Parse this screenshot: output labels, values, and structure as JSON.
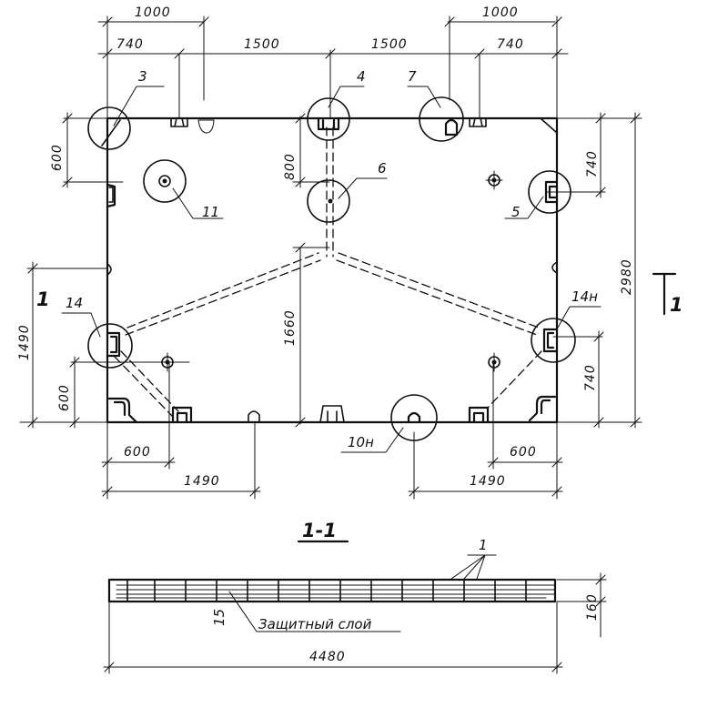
{
  "dimensions": {
    "top_left_1000": "1000",
    "top_right_1000": "1000",
    "top_740_left": "740",
    "top_1500_left": "1500",
    "top_1500_right": "1500",
    "top_740_right": "740",
    "left_600_top": "600",
    "center_800": "800",
    "right_740_top": "740",
    "right_2980": "2980",
    "left_1490": "1490",
    "center_1660": "1660",
    "left_600_bottom": "600",
    "right_740_bottom": "740",
    "bottom_600_left": "600",
    "bottom_600_right": "600",
    "bottom_1490_left": "1490",
    "bottom_1490_right": "1490",
    "section_160": "160",
    "section_4480": "4480"
  },
  "callouts": {
    "c3": "3",
    "c4": "4",
    "c7": "7",
    "c6": "6",
    "c11": "11",
    "c5": "5",
    "c14": "14",
    "c14n": "14н",
    "c10n": "10н",
    "c1": "1",
    "c15": "15"
  },
  "section": {
    "marker": "1",
    "title": "1-1",
    "protective_layer": "Защитный слой"
  }
}
